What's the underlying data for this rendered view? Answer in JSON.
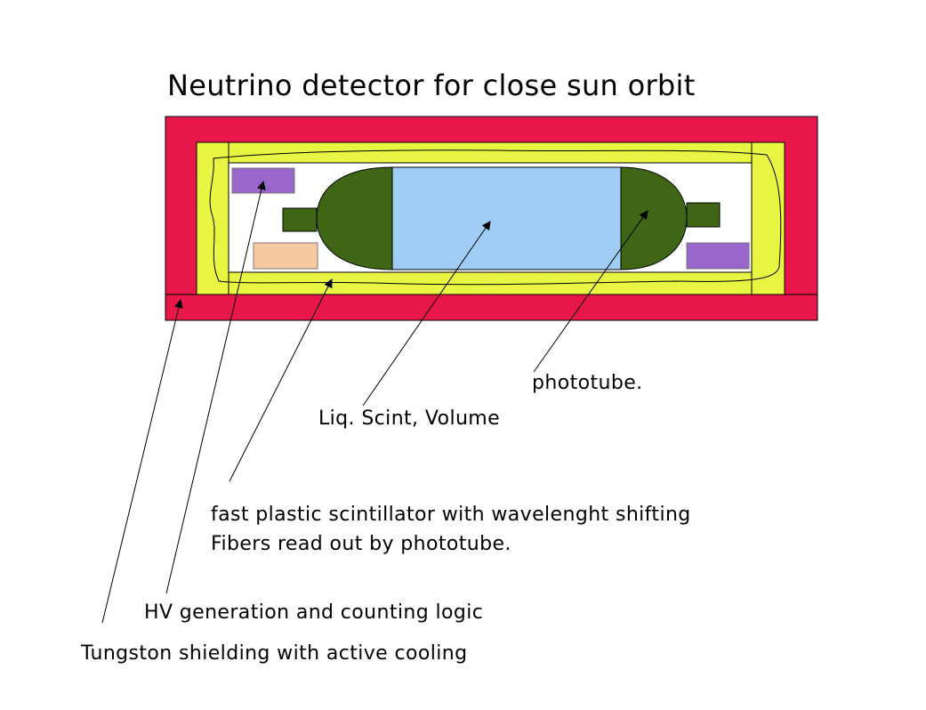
{
  "title": "Neutrino detector for close sun orbit",
  "labels": {
    "phototube": "phototube.",
    "liquid_scintillator": "Liq. Scint, Volume",
    "plastic_line1": "fast plastic scintillator with wavelenght shifting",
    "plastic_line2": "Fibers read out by phototube.",
    "hv": "HV generation and counting logic",
    "tungsten": "Tungston shielding with active cooling"
  },
  "colors": {
    "tungsten_shield": "#e8174a",
    "plastic_scintillator": "#e8f542",
    "liquid_volume": "#9fcdf5",
    "phototube": "#3f6614",
    "electronics_purple": "#9966cc",
    "electronics_peach": "#f7c9a0",
    "inner_cavity": "#ffffff"
  }
}
